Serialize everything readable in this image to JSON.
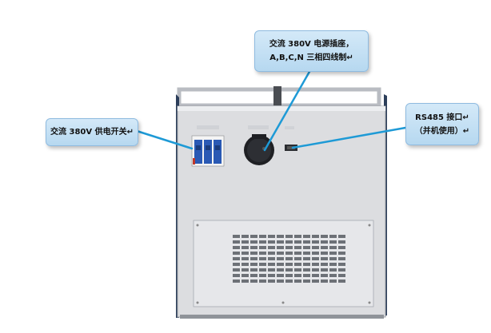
{
  "callouts": {
    "ac_power_switch": "交流 380V 供电开关↵",
    "power_socket_line1": "交流 380V 电源插座，",
    "power_socket_line2": "A,B,C,N 三相四线制↵",
    "rs485_line1": "RS485 接口↵",
    "rs485_line2": "（并机使用）↵"
  },
  "colors": {
    "callout_fill": "#c4e0f4",
    "leader_line": "#1e9ad6",
    "cabinet": "#dcdde0",
    "frame": "#2c3e5a"
  }
}
